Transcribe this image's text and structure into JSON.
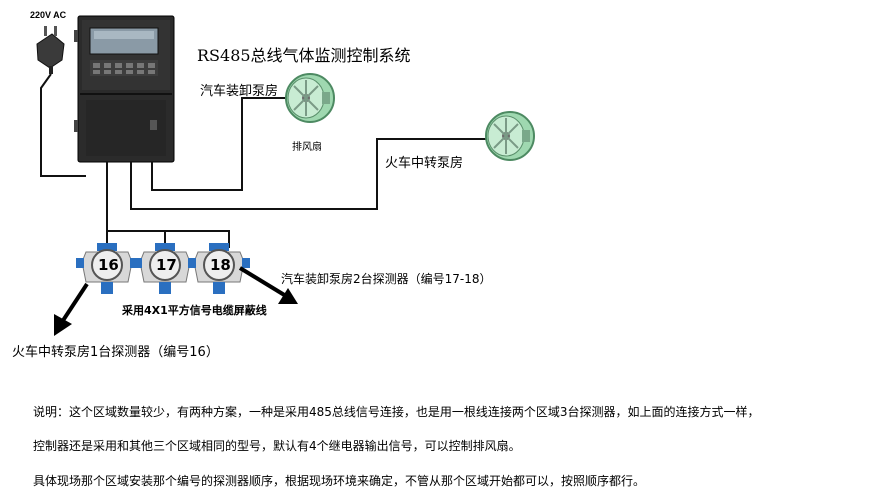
{
  "power_label": "220V AC",
  "system_title": "RS485总线气体监测控制系统",
  "room_a_label": "汽车装卸泵房",
  "fan_label": "排风扇",
  "room_b_label": "火车中转泵房",
  "detectors": [
    {
      "number": "16"
    },
    {
      "number": "17"
    },
    {
      "number": "18"
    }
  ],
  "cable_label": "采用4X1平方信号电缆屏蔽线",
  "detector_group_right_label": "汽车装卸泵房2台探测器（编号17-18）",
  "detector_group_left_label": "火车中转泵房1台探测器（编号16）",
  "notes": [
    "说明：这个区域数量较少，有两种方案，一种是采用485总线信号连接，也是用一根线连接两个区域3台探测器，如上面的连接方式一样，",
    "控制器还是采用和其他三个区域相同的型号，默认有4个继电器输出信号，可以控制排风扇。",
    "具体现场那个区域安装那个编号的探测器顺序，根据现场环境来确定，不管从那个区域开始都可以，按照顺序都行。"
  ],
  "colors": {
    "cabinet": "#2b2b2b",
    "fan_green": "#9fd8b0",
    "detector_blue": "#2a6fc0"
  }
}
